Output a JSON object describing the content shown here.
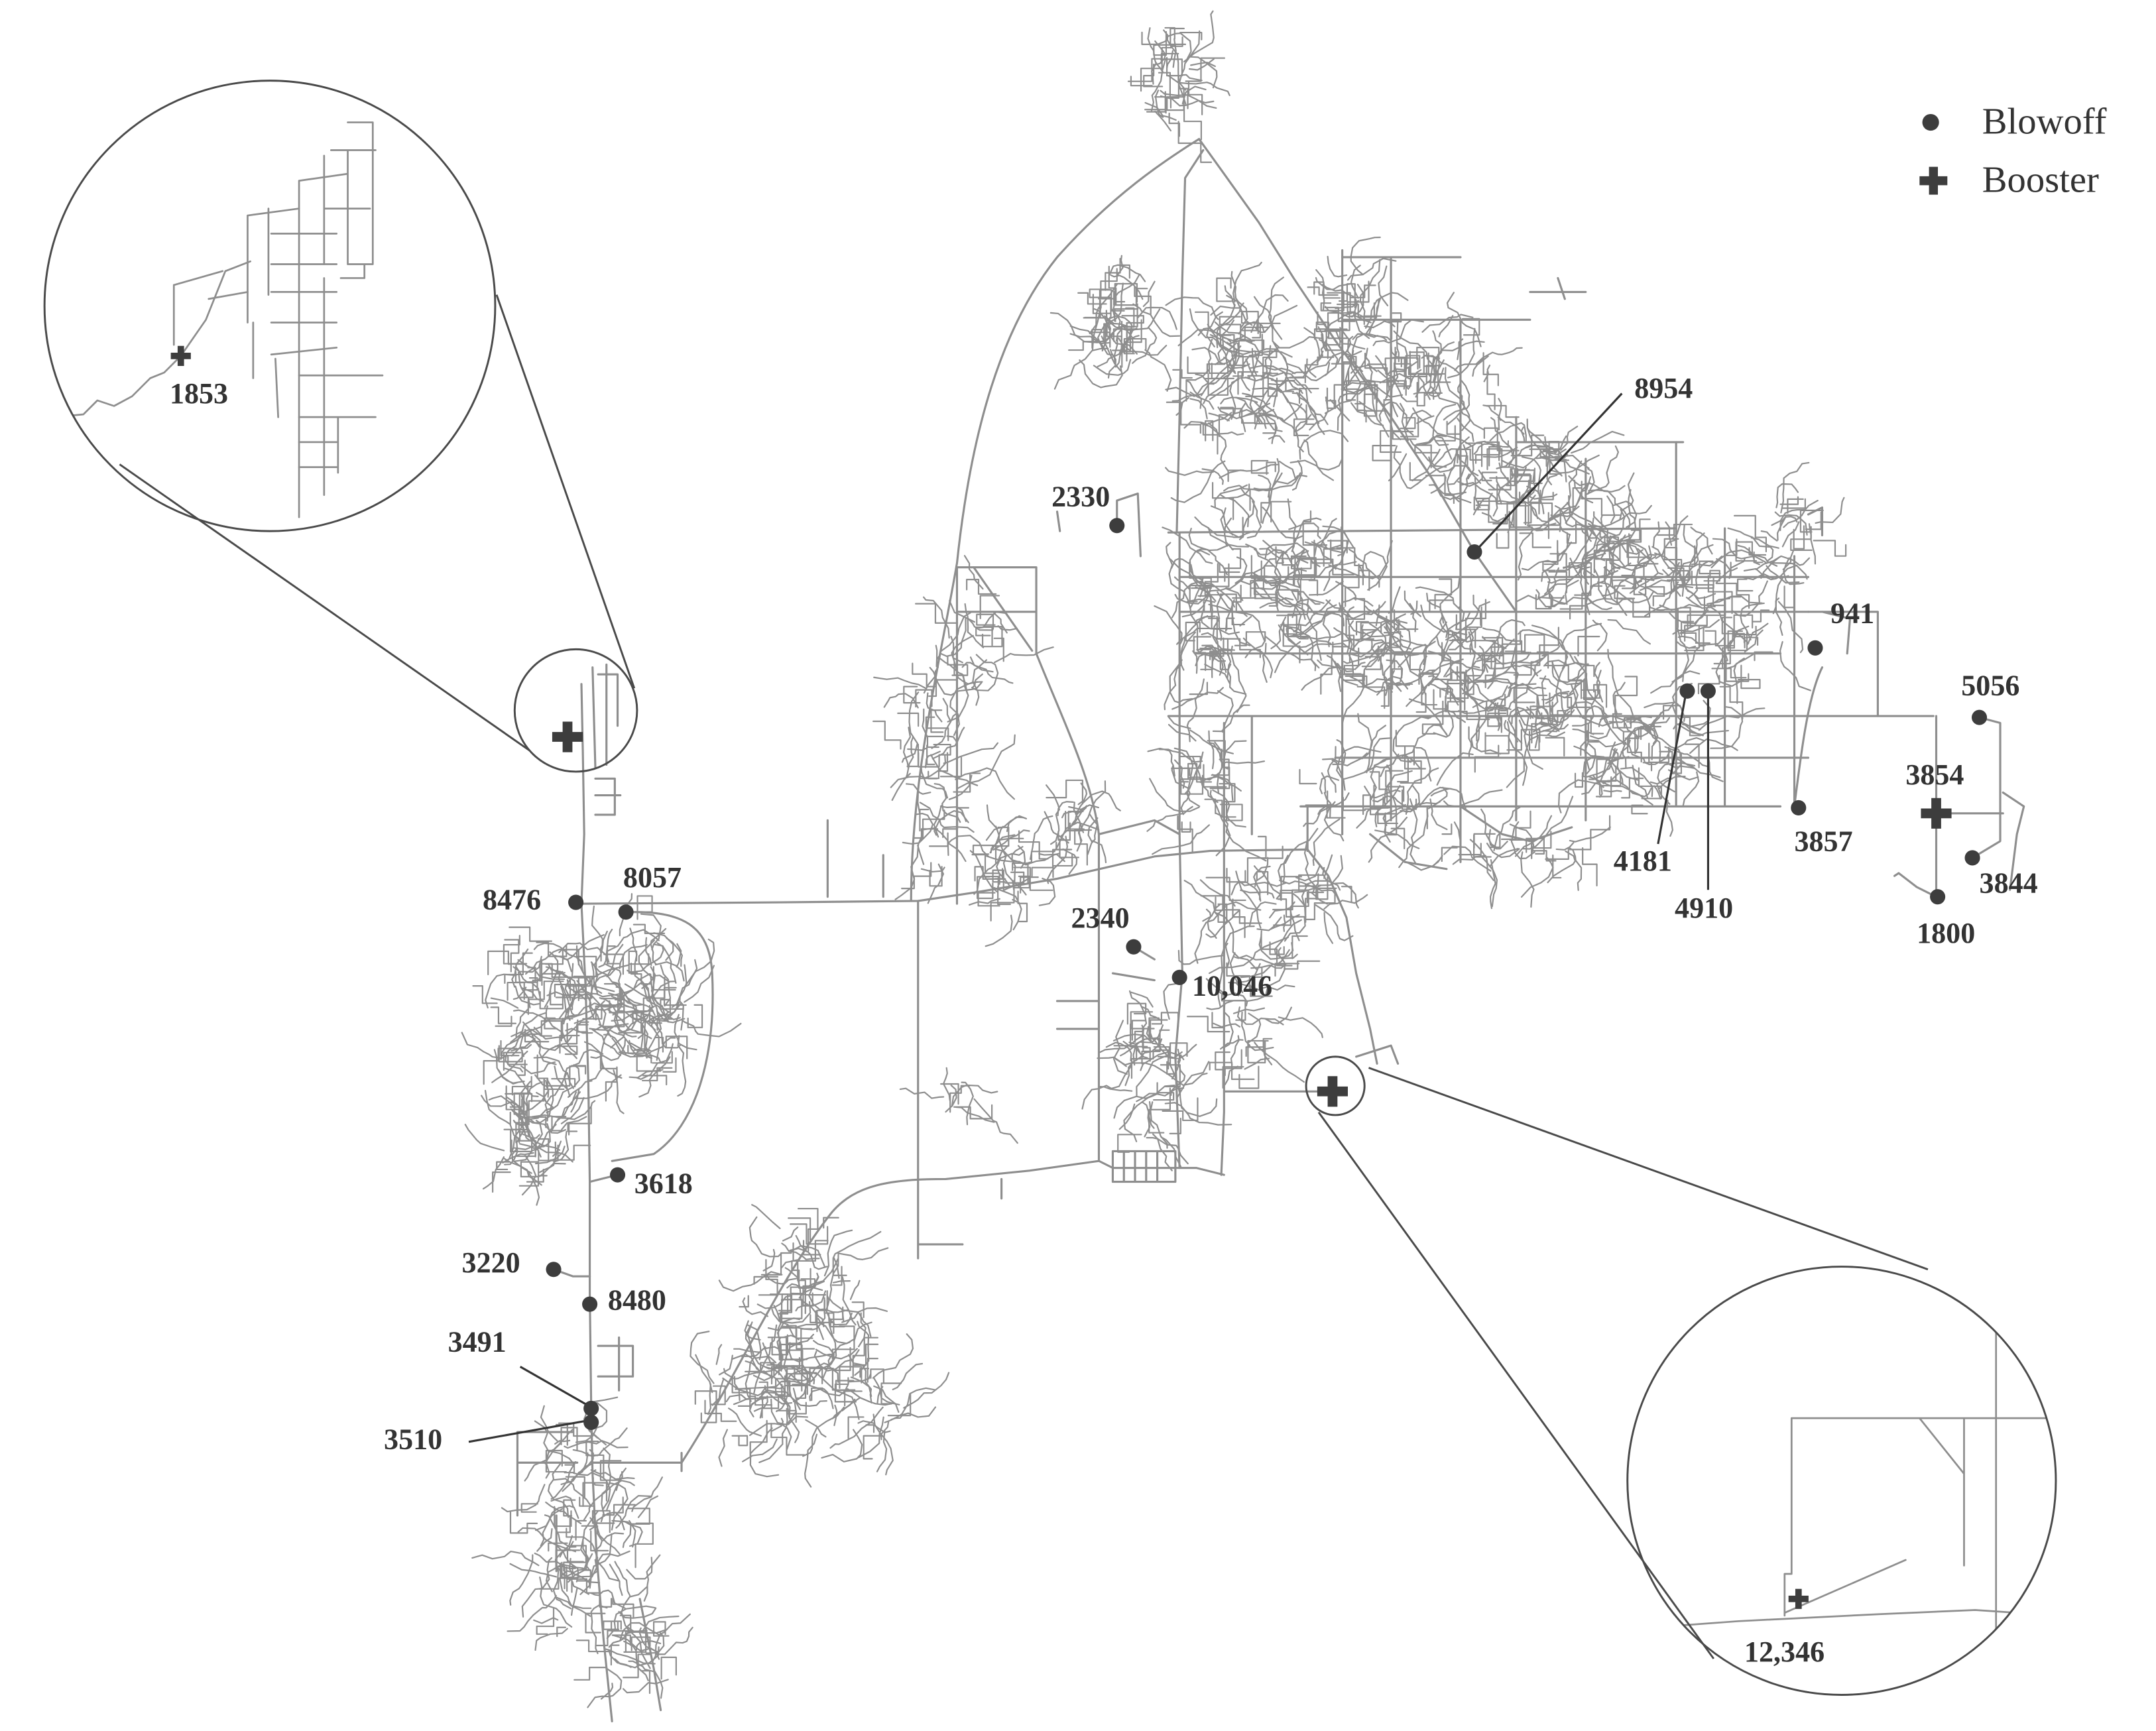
{
  "legend": {
    "blowoff_label": "Blowoff",
    "booster_label": "Booster",
    "blowoff_icon": "filled-dot-icon",
    "booster_icon": "plus-cross-icon"
  },
  "boosters": [
    "1853",
    "3854",
    "12,346"
  ],
  "blowoffs": [
    "8954",
    "2330",
    "941",
    "5056",
    "3857",
    "4181",
    "4910",
    "3844",
    "1800",
    "8476",
    "8057",
    "2340",
    "10,046",
    "3618",
    "3220",
    "8480",
    "3491",
    "3510"
  ],
  "colors": {
    "pipe": "#8e8e8e",
    "marker": "#3d3d3d",
    "label": "#333333",
    "outline": "#4a4a4a",
    "background": "#ffffff"
  }
}
